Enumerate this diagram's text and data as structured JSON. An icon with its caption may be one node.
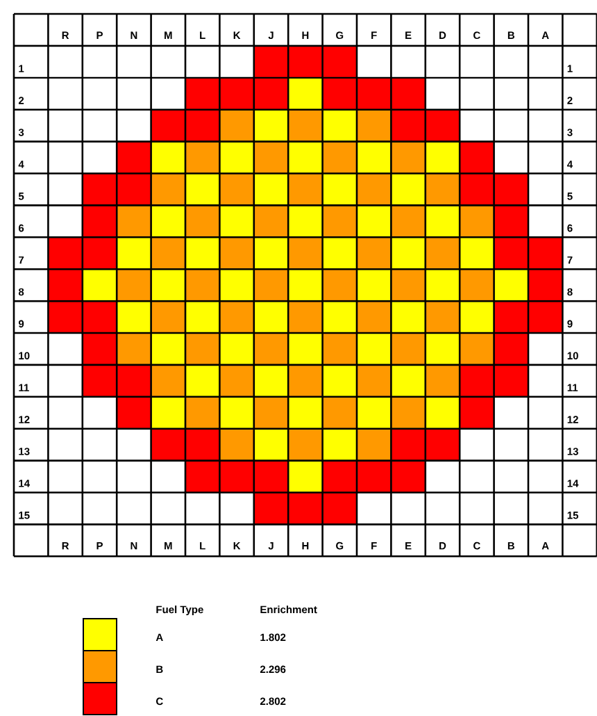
{
  "diagram": {
    "labels": [
      "R",
      "P",
      "N",
      "M",
      "L",
      "K",
      "J",
      "H",
      "G",
      "F",
      "E",
      "D",
      "C",
      "B",
      "A",
      "1",
      "1",
      "2",
      "2",
      "3",
      "3",
      "4",
      "4",
      "5",
      "5",
      "6",
      "6",
      "7",
      "7",
      "8",
      "8",
      "9",
      "9",
      "10",
      "10",
      "11",
      "11",
      "12",
      "12",
      "13",
      "13",
      "14",
      "14",
      "15",
      "15",
      "R",
      "P",
      "N",
      "M",
      "L",
      "K",
      "J",
      "H",
      "G",
      "F",
      "E",
      "D",
      "C",
      "B",
      "A",
      "Fuel Type",
      "Enrichment",
      "1.802",
      "2.296",
      "2.802"
    ],
    "legend": [
      {
        "text": "A",
        "color": "#ffff00"
      },
      {
        "text": "B",
        "color": "#ff9900"
      },
      {
        "text": "C",
        "color": "#ff0000"
      }
    ]
  }
}
